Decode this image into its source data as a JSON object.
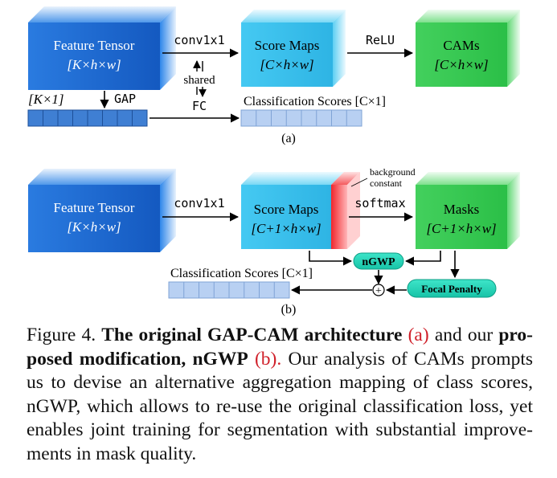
{
  "diagram": {
    "top": {
      "feature_tensor": {
        "title": "Feature Tensor",
        "dims": "[K×h×w]"
      },
      "score_maps": {
        "title": "Score Maps",
        "dims": "[C×h×w]"
      },
      "cams": {
        "title": "CAMs",
        "dims": "[C×h×w]"
      },
      "conv_label": "conv1x1",
      "relu_label": "ReLU",
      "shared_label": "shared",
      "fc_label": "FC",
      "gap_label": "GAP",
      "vector_dims": "[K×1]",
      "class_scores_label": "Classification Scores [C×1]",
      "panel_label": "(a)"
    },
    "bottom": {
      "feature_tensor": {
        "title": "Feature Tensor",
        "dims": "[K×h×w]"
      },
      "score_maps": {
        "title": "Score Maps",
        "dims": "[C+1×h×w]"
      },
      "masks": {
        "title": "Masks",
        "dims": "[C+1×h×w]"
      },
      "background_note_line1": "background",
      "background_note_line2": "constant",
      "conv_label": "conv1x1",
      "softmax_label": "softmax",
      "ngwp_label": "nGWP",
      "focal_label": "Focal Penalty",
      "plus_symbol": "+",
      "class_scores_label": "Classification Scores [C×1]",
      "panel_label": "(b)"
    },
    "colors": {
      "feature_blue": "#1f6ed4",
      "score_cyan": "#3ec3ee",
      "cams_green": "#3fcf59",
      "background_red": "#e8161e",
      "pill_teal": "#1ed3b7",
      "vector_fill": "#3f7fd3",
      "scores_fill": "#b8d0f2"
    }
  },
  "caption": {
    "figure_label": "Figure 4.",
    "bold_1": "The original GAP-CAM architecture",
    "ref_a": "(a)",
    "and_our": "and our",
    "bold_2a": "pro-",
    "bold_2b": "posed modification, nGWP",
    "ref_b": "(b).",
    "line2_rest": "Our analysis of CAMs prompts",
    "line3": "us to devise an alternative aggregation mapping of class scores,",
    "line4": "nGWP, which allows to re-use the original classification loss, yet",
    "line5": "enables joint training for segmentation with substantial improve-",
    "line6": "ments in mask quality."
  }
}
